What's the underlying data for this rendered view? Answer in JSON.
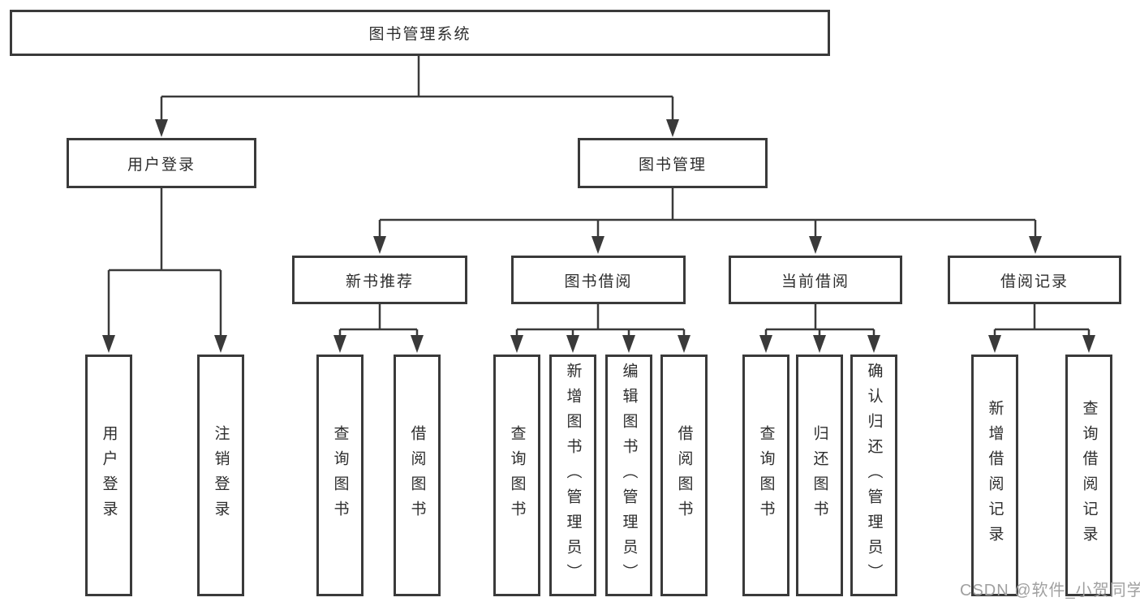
{
  "colors": {
    "line": "#3a3a3a",
    "text": "#2d2d2d",
    "watermark": "#a0a0a0",
    "bg": "#ffffff"
  },
  "nodes": {
    "root": {
      "label": "图书管理系统"
    },
    "user_login": {
      "label": "用户登录"
    },
    "book_management": {
      "label": "图书管理"
    },
    "new_book_recommend": {
      "label": "新书推荐"
    },
    "book_borrowing": {
      "label": "图书借阅"
    },
    "current_borrowing": {
      "label": "当前借阅"
    },
    "borrowing_records": {
      "label": "借阅记录"
    },
    "leaf_user_login": {
      "label": "用户登录"
    },
    "leaf_logout": {
      "label": "注销登录"
    },
    "leaf_recommend_query_books": {
      "label": "查询图书"
    },
    "leaf_recommend_borrow_books": {
      "label": "借阅图书"
    },
    "leaf_borrowing_query_books": {
      "label": "查询图书"
    },
    "leaf_borrowing_add_books_admin": {
      "label": "新增图书（管理员）"
    },
    "leaf_borrowing_edit_books_admin": {
      "label": "编辑图书（管理员）"
    },
    "leaf_borrowing_borrow_books": {
      "label": "借阅图书"
    },
    "leaf_current_query_books": {
      "label": "查询图书"
    },
    "leaf_current_return_books": {
      "label": "归还图书"
    },
    "leaf_current_confirm_return_admin": {
      "label": "确认归还（管理员）"
    },
    "leaf_records_add_record": {
      "label": "新增借阅记录"
    },
    "leaf_records_query_record": {
      "label": "查询借阅记录"
    }
  },
  "watermark": {
    "text": "CSDN @软件_小贺同学"
  }
}
